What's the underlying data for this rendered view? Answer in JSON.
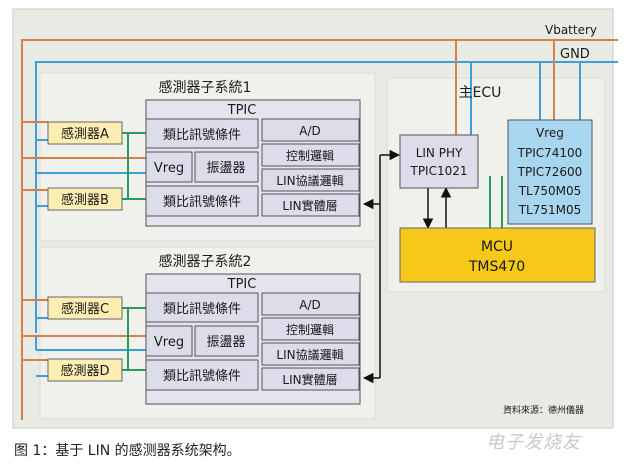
{
  "supply": {
    "vbattery": "Vbattery",
    "gnd": "GND"
  },
  "colors": {
    "frame": "#e8ebe3",
    "subsystem": "#f0f1ec",
    "sensor": "#fcedb3",
    "block": "#dcdceb",
    "vreg_box": "#a9d6ef",
    "mcu": "#f5c81a",
    "vbattery_line": "#d7804c",
    "gnd_line": "#3f9ed8",
    "signal_green": "#2a9a5a"
  },
  "subsystems": [
    {
      "title": "感測器子系統1",
      "chip": "TPIC",
      "sensors": [
        "感測器A",
        "感測器B"
      ],
      "analog": "類比訊號條件",
      "vreg": "Vreg",
      "osc": "振盪器",
      "blocks": [
        "A/D",
        "控制邏輯",
        "LIN協議邏輯",
        "LIN實體層"
      ]
    },
    {
      "title": "感測器子系統2",
      "chip": "TPIC",
      "sensors": [
        "感測器C",
        "感測器D"
      ],
      "analog": "類比訊號條件",
      "vreg": "Vreg",
      "osc": "振盪器",
      "blocks": [
        "A/D",
        "控制邏輯",
        "LIN協議邏輯",
        "LIN實體層"
      ]
    }
  ],
  "ecu": {
    "title": "主ECU",
    "lin_phy": [
      "LIN PHY",
      "TPIC1021"
    ],
    "vreg": [
      "Vreg",
      "TPIC74100",
      "TPIC72600",
      "TL750M05",
      "TL751M05"
    ],
    "mcu": [
      "MCU",
      "TMS470"
    ]
  },
  "source": "資料來源：德州儀器",
  "caption": "图 1：基于 LIN 的感测器系统架构。",
  "watermark": "电子发烧友"
}
